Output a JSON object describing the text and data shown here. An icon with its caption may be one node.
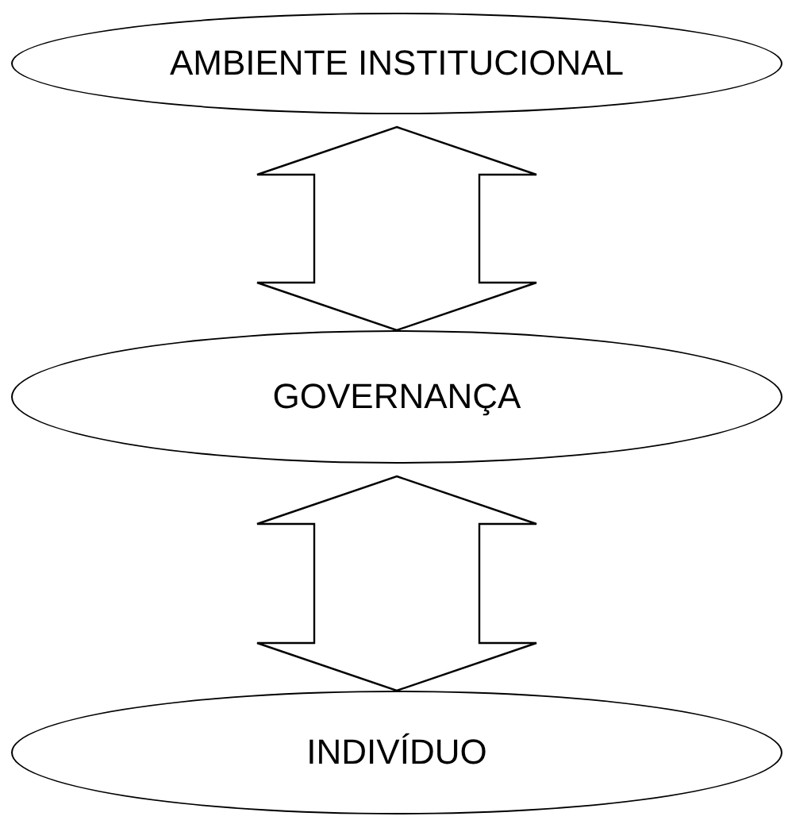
{
  "diagram": {
    "nodes": [
      {
        "text": [
          "AMBIENTE INSTITUCIONAL"
        ]
      },
      {
        "text": [
          "GOVERNANÇA"
        ]
      },
      {
        "text": [
          "INDIVÍDUO"
        ]
      }
    ],
    "edges": [
      {
        "from": 0,
        "to": 1,
        "arrow": "both"
      },
      {
        "from": 1,
        "to": 2,
        "arrow": "both"
      }
    ]
  }
}
